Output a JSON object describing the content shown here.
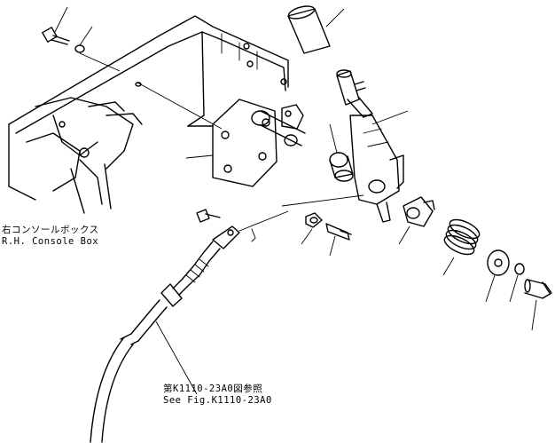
{
  "labels": {
    "console_box_jp": "右コンソールボックス",
    "console_box_en": "R.H. Console Box",
    "ref_jp": "第K1110-23A0図参照",
    "ref_en": "See Fig.K1110-23A0"
  }
}
